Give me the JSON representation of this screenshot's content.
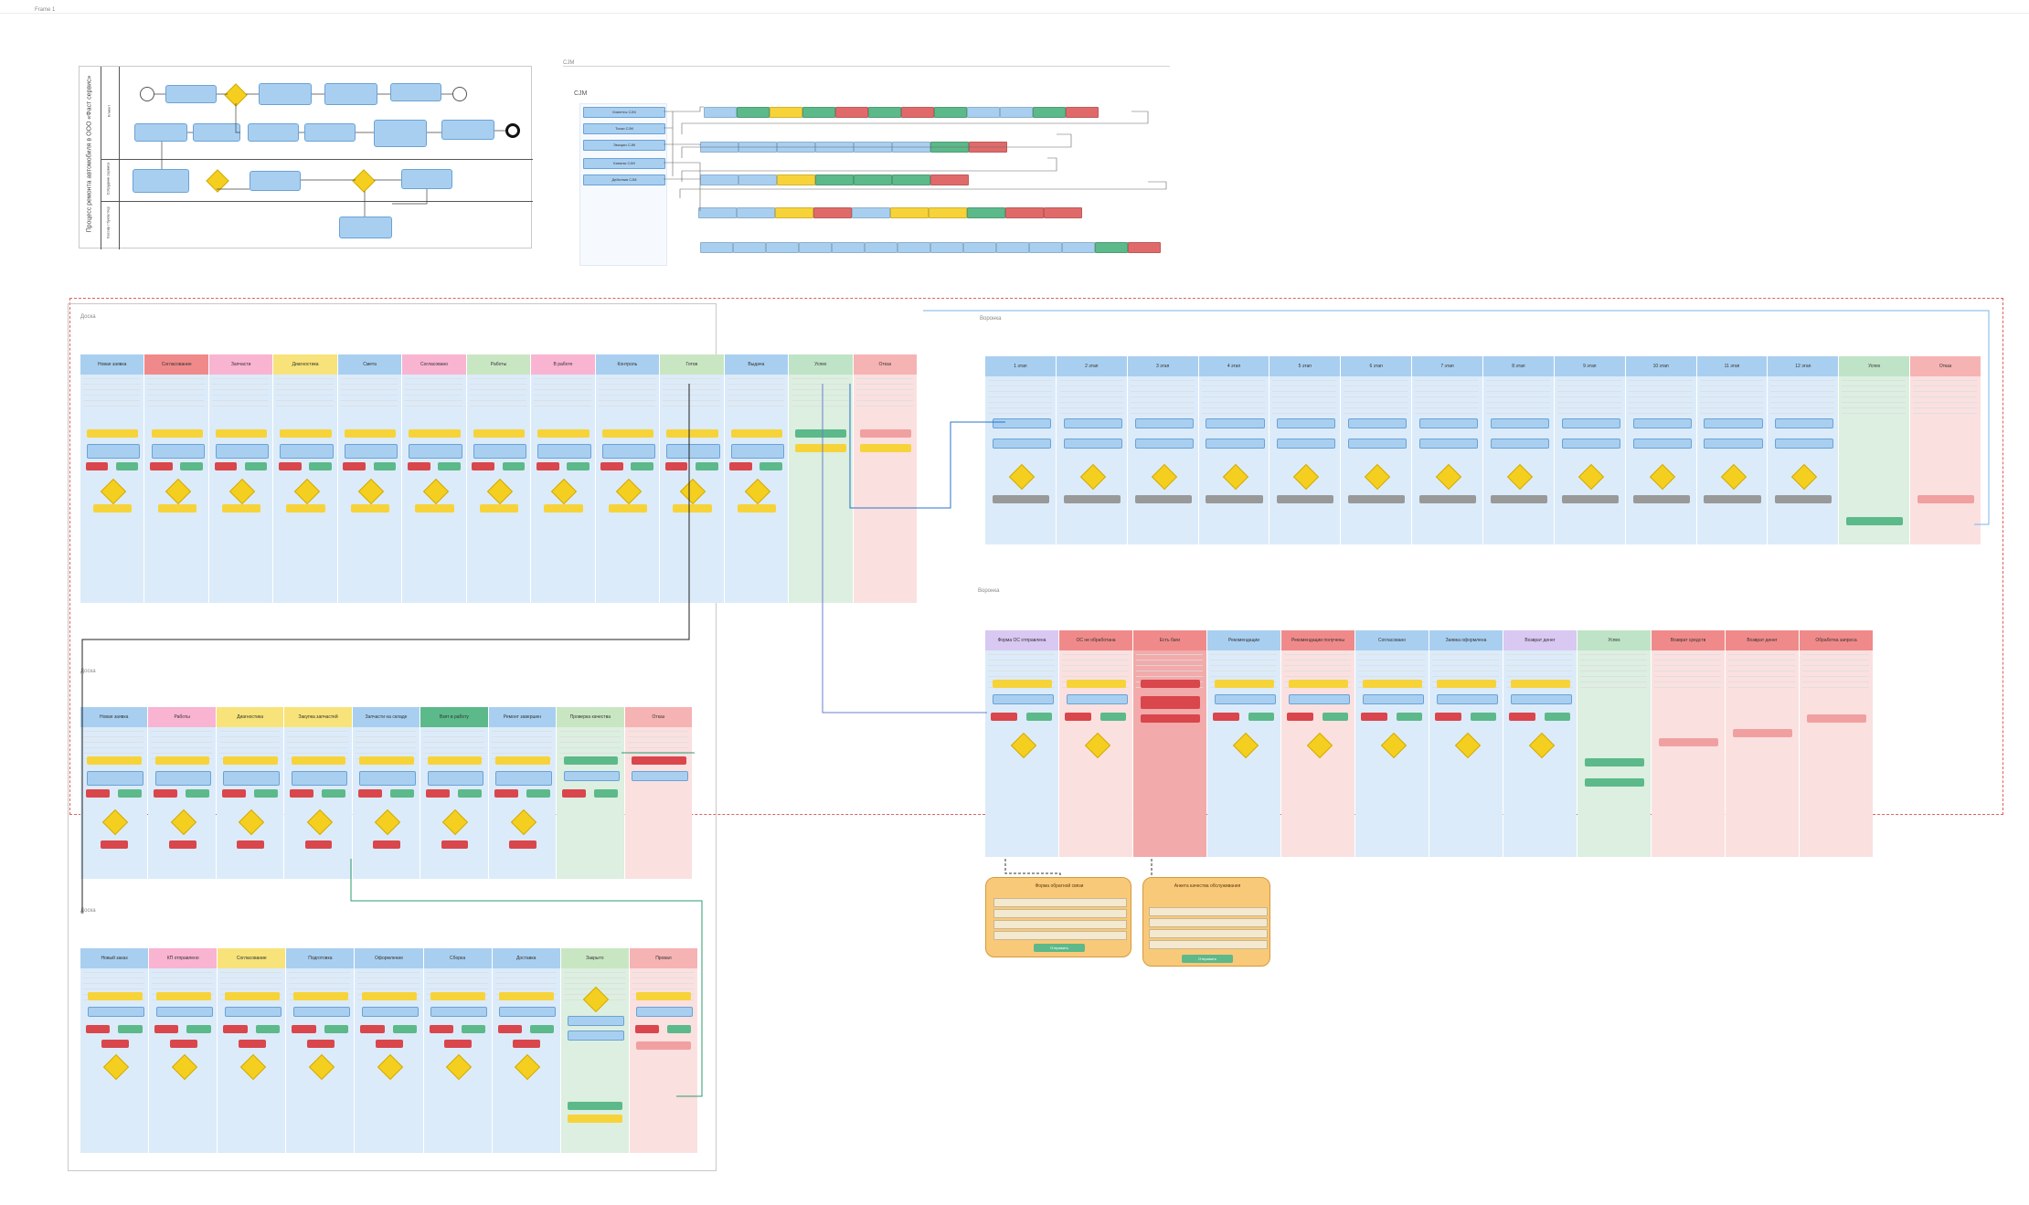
{
  "page": {
    "label": "Frame 1"
  },
  "bpmn": {
    "title": "Процесс ремонта автомобиля в ООО «Фаст сервис»",
    "lanes": [
      "Клиент",
      "Сотрудник сервиса",
      "Кассир / бухгалтер"
    ]
  },
  "cjm": {
    "label": "CJM",
    "title": "CJM",
    "items": [
      "Клиенты CJM",
      "Точки CJM",
      "Эмоции CJM",
      "Каналы CJM",
      "Действия CJM"
    ]
  },
  "board1": {
    "label": "Доска",
    "stages": [
      "Новая заявка",
      "Согласование",
      "Запчасти",
      "Диагностика",
      "Смета",
      "Согласовано",
      "Работы",
      "В работе",
      "Контроль",
      "Готов",
      "Выдача",
      "Успех",
      "Отказ"
    ]
  },
  "board2": {
    "label": "Воронка",
    "stages": [
      "1 этап",
      "2 этап",
      "3 этап",
      "4 этап",
      "5 этап",
      "6 этап",
      "7 этап",
      "8 этап",
      "9 этап",
      "10 этап",
      "11 этап",
      "12 этап",
      "Успех",
      "Отказ"
    ]
  },
  "board3": {
    "label": "Доска",
    "stages": [
      "Новая заявка",
      "Работы",
      "Диагностика",
      "Закупка запчастей",
      "Запчасти на складе",
      "Взят в работу",
      "Ремонт завершен",
      "Проверка качества",
      "Отказ"
    ]
  },
  "board4": {
    "label": "Воронка",
    "stages": [
      "Форма ОС отправлена",
      "ОС не обработана",
      "Есть баги",
      "Рекомендации",
      "Рекомендации получены",
      "Согласовано",
      "Заявка оформлена",
      "Возврат денег",
      "Успех",
      "Возврат средств",
      "Возврат денег",
      "Обработка запроса"
    ]
  },
  "board5": {
    "label": "Доска",
    "stages": [
      "Новый заказ",
      "КП отправлено",
      "Согласование",
      "Подготовка",
      "Оформление",
      "Сборка",
      "Доставка",
      "Закрыто",
      "Провал"
    ]
  },
  "forms": [
    {
      "title": "Форма обратной связи",
      "button": "Отправить"
    },
    {
      "title": "Анкета качества обслуживания",
      "button": "Отправить"
    }
  ]
}
